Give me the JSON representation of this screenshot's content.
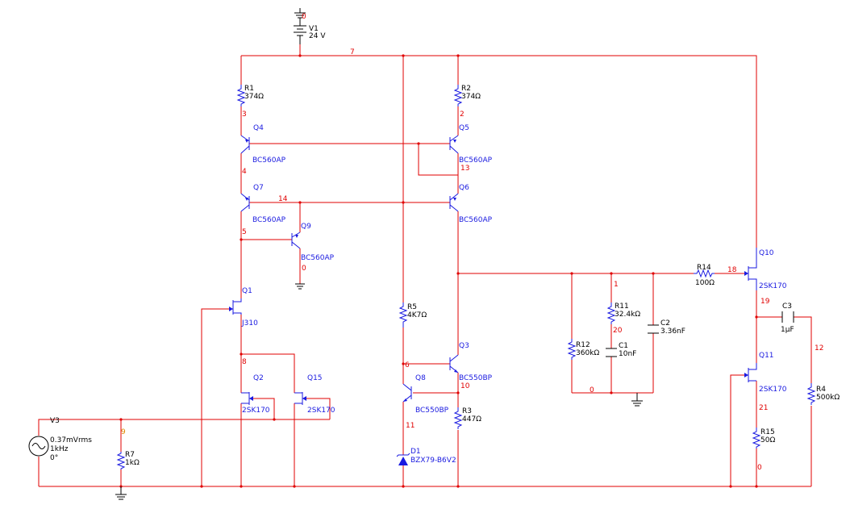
{
  "v1": {
    "ref": "V1",
    "value": "24 V",
    "node": "0"
  },
  "v3": {
    "ref": "V3",
    "amplitude": "0.37mVrms",
    "frequency": "1kHz",
    "phase": "0°"
  },
  "resistors": [
    {
      "ref": "R1",
      "value": "374Ω"
    },
    {
      "ref": "R2",
      "value": "374Ω"
    },
    {
      "ref": "R3",
      "value": "447Ω"
    },
    {
      "ref": "R4",
      "value": "500kΩ"
    },
    {
      "ref": "R5",
      "value": "4K7Ω"
    },
    {
      "ref": "R7",
      "value": "1kΩ"
    },
    {
      "ref": "R11",
      "value": "32.4kΩ"
    },
    {
      "ref": "R12",
      "value": "360kΩ"
    },
    {
      "ref": "R14",
      "value": "100Ω"
    },
    {
      "ref": "R15",
      "value": "50Ω"
    }
  ],
  "capacitors": [
    {
      "ref": "C1",
      "value": "10nF"
    },
    {
      "ref": "C2",
      "value": "3.36nF"
    },
    {
      "ref": "C3",
      "value": "1µF"
    }
  ],
  "transistors": [
    {
      "ref": "Q1",
      "model": "J310"
    },
    {
      "ref": "Q2",
      "model": "2SK170"
    },
    {
      "ref": "Q3",
      "model": "BC550BP"
    },
    {
      "ref": "Q4",
      "model": "BC560AP"
    },
    {
      "ref": "Q5",
      "model": "BC560AP"
    },
    {
      "ref": "Q6",
      "model": "BC560AP"
    },
    {
      "ref": "Q7",
      "model": "BC560AP"
    },
    {
      "ref": "Q8",
      "model": "BC550BP"
    },
    {
      "ref": "Q9",
      "model": "BC560AP"
    },
    {
      "ref": "Q10",
      "model": "2SK170"
    },
    {
      "ref": "Q11",
      "model": "2SK170"
    },
    {
      "ref": "Q15",
      "model": "2SK170"
    }
  ],
  "diode": {
    "ref": "D1",
    "model": "BZX79-B6V2"
  },
  "nodes": {
    "n7": "7",
    "n3": "3",
    "n2": "2",
    "n4": "4",
    "n13": "13",
    "n14": "14",
    "n5": "5",
    "n0a": "0",
    "n8": "8",
    "n9": "9",
    "n6": "6",
    "n10": "10",
    "n11": "11",
    "n1": "1",
    "n20": "20",
    "n0b": "0",
    "n18": "18",
    "n19": "19",
    "n12": "12",
    "n21": "21",
    "n0c": "0"
  },
  "colors": {
    "wire": "#e00000",
    "component": "#1a1ae0",
    "ground": "#000000"
  }
}
